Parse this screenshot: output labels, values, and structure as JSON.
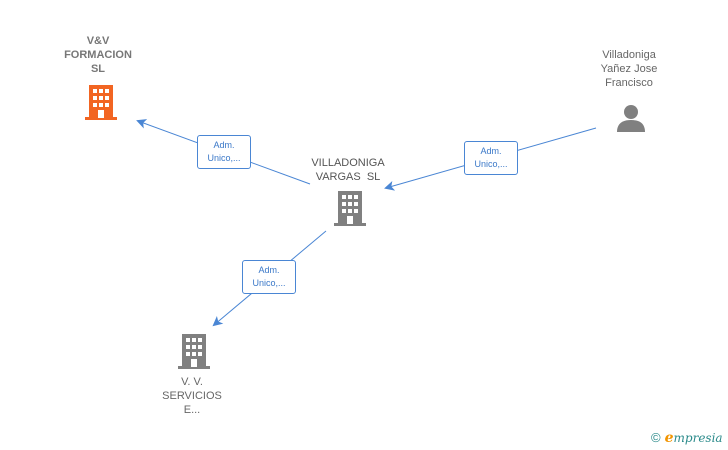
{
  "colors": {
    "edge": "#4a86d4",
    "building_highlight": "#f26522",
    "building_default": "#808080",
    "person": "#808080"
  },
  "nodes": {
    "vv_formacion": {
      "lines": [
        "V&V",
        "FORMACION",
        "SL"
      ],
      "icon": "building-icon"
    },
    "villadoniga_person": {
      "lines": [
        "Villadoniga",
        "Yañez Jose",
        "Francisco"
      ],
      "icon": "person-icon"
    },
    "villadoniga_vargas": {
      "lines": [
        "VILLADONIGA",
        "VARGAS  SL"
      ],
      "icon": "building-icon"
    },
    "vv_servicios": {
      "lines": [
        "V. V.",
        "SERVICIOS",
        "E..."
      ],
      "icon": "building-icon"
    }
  },
  "edges": [
    {
      "label_lines": [
        "Adm.",
        "Unico,..."
      ]
    },
    {
      "label_lines": [
        "Adm.",
        "Unico,..."
      ]
    },
    {
      "label_lines": [
        "Adm.",
        "Unico,..."
      ]
    }
  ],
  "watermark": {
    "copyright": "©",
    "brand_first": "e",
    "brand_rest": "mpresia"
  }
}
